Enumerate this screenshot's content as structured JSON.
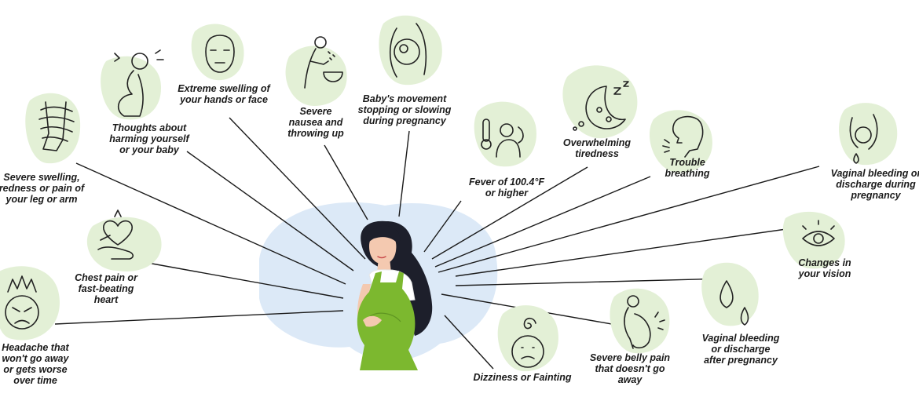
{
  "colors": {
    "blob": "#e3f0d6",
    "center_blob": "#dce9f7",
    "dress": "#7cb82f",
    "hair": "#1d1f2b",
    "skin": "#f4c9b0"
  },
  "symptoms": [
    {
      "id": "headache",
      "icon": "angry-face-icon",
      "lines": [
        "Headache that",
        "won't go away",
        "or gets worse",
        "over time"
      ]
    },
    {
      "id": "chest",
      "icon": "heart-hand-icon",
      "lines": [
        "Chest pain or",
        "fast-beating",
        "heart"
      ]
    },
    {
      "id": "leg",
      "icon": "swollen-leg-icon",
      "lines": [
        "Severe swelling,",
        "redness or pain of",
        "your leg or arm"
      ]
    },
    {
      "id": "thoughts",
      "icon": "distressed-pregnant-woman-icon",
      "lines": [
        "Thoughts about",
        "harming yourself",
        "or your baby"
      ]
    },
    {
      "id": "face",
      "icon": "swollen-face-icon",
      "lines": [
        "Extreme swelling of",
        "your hands or face"
      ]
    },
    {
      "id": "nausea",
      "icon": "vomiting-person-icon",
      "lines": [
        "Severe",
        "nausea and",
        "throwing up"
      ]
    },
    {
      "id": "baby",
      "icon": "fetus-belly-icon",
      "lines": [
        "Baby's movement",
        "stopping or slowing",
        "during pregnancy"
      ]
    },
    {
      "id": "fever",
      "icon": "thermometer-icon",
      "lines": [
        "Fever of 100.4°F",
        "or higher"
      ]
    },
    {
      "id": "tired",
      "icon": "sleepy-moon-icon",
      "lines": [
        "Overwhelming",
        "tiredness"
      ]
    },
    {
      "id": "breathing",
      "icon": "breathing-head-icon",
      "lines": [
        "Trouble",
        "breathing"
      ]
    },
    {
      "id": "bleed-during",
      "icon": "uterus-drop-icon",
      "lines": [
        "Vaginal bleeding or",
        "discharge during",
        "pregnancy"
      ]
    },
    {
      "id": "vision",
      "icon": "eye-icon",
      "lines": [
        "Changes in",
        "your vision"
      ]
    },
    {
      "id": "bleed-after",
      "icon": "drops-icon",
      "lines": [
        "Vaginal bleeding",
        "or discharge",
        "after pregnancy"
      ]
    },
    {
      "id": "belly",
      "icon": "pregnant-belly-pain-icon",
      "lines": [
        "Severe belly pain",
        "that doesn't go",
        "away"
      ]
    },
    {
      "id": "dizzy",
      "icon": "dizzy-face-icon",
      "lines": [
        "Dizziness or Fainting"
      ]
    }
  ]
}
